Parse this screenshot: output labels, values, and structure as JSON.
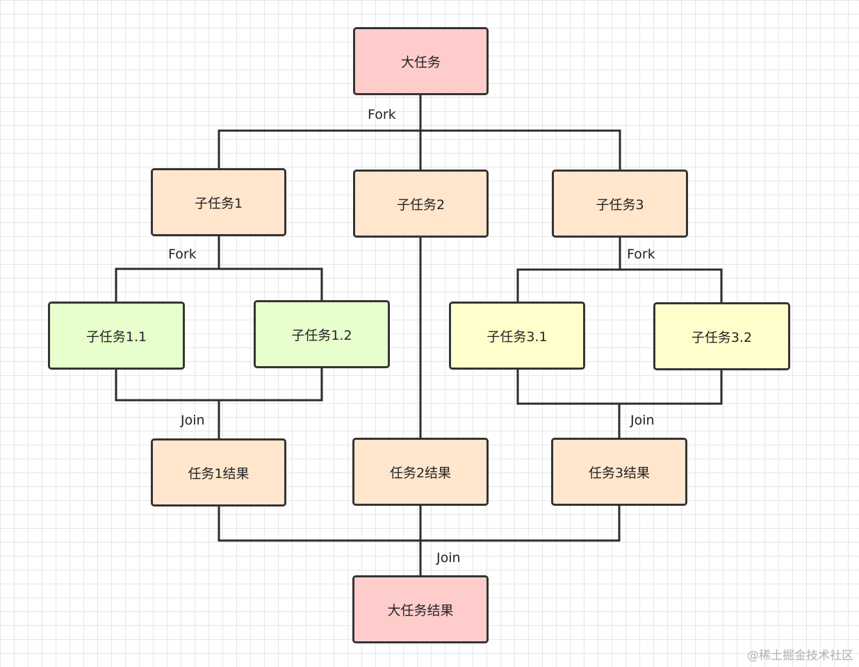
{
  "nodes": {
    "big_task": "大任务",
    "sub_task_1": "子任务1",
    "sub_task_2": "子任务2",
    "sub_task_3": "子任务3",
    "sub_task_1_1": "子任务1.1",
    "sub_task_1_2": "子任务1.2",
    "sub_task_3_1": "子任务3.1",
    "sub_task_3_2": "子任务3.2",
    "task_1_result": "任务1结果",
    "task_2_result": "任务2结果",
    "task_3_result": "任务3结果",
    "big_task_result": "大任务结果"
  },
  "edge_labels": {
    "fork_top": "Fork",
    "fork_sub_1": "Fork",
    "fork_sub_3": "Fork",
    "join_sub_1": "Join",
    "join_sub_3": "Join",
    "join_final": "Join"
  },
  "watermark": "@稀土掘金技术社区",
  "colors": {
    "big_task": "#ffcccc",
    "sub_task": "#ffe6cc",
    "sub_task_1_children": "#e6ffcc",
    "sub_task_3_children": "#ffffcc",
    "border": "#333333",
    "connector": "#2b2b2b"
  }
}
